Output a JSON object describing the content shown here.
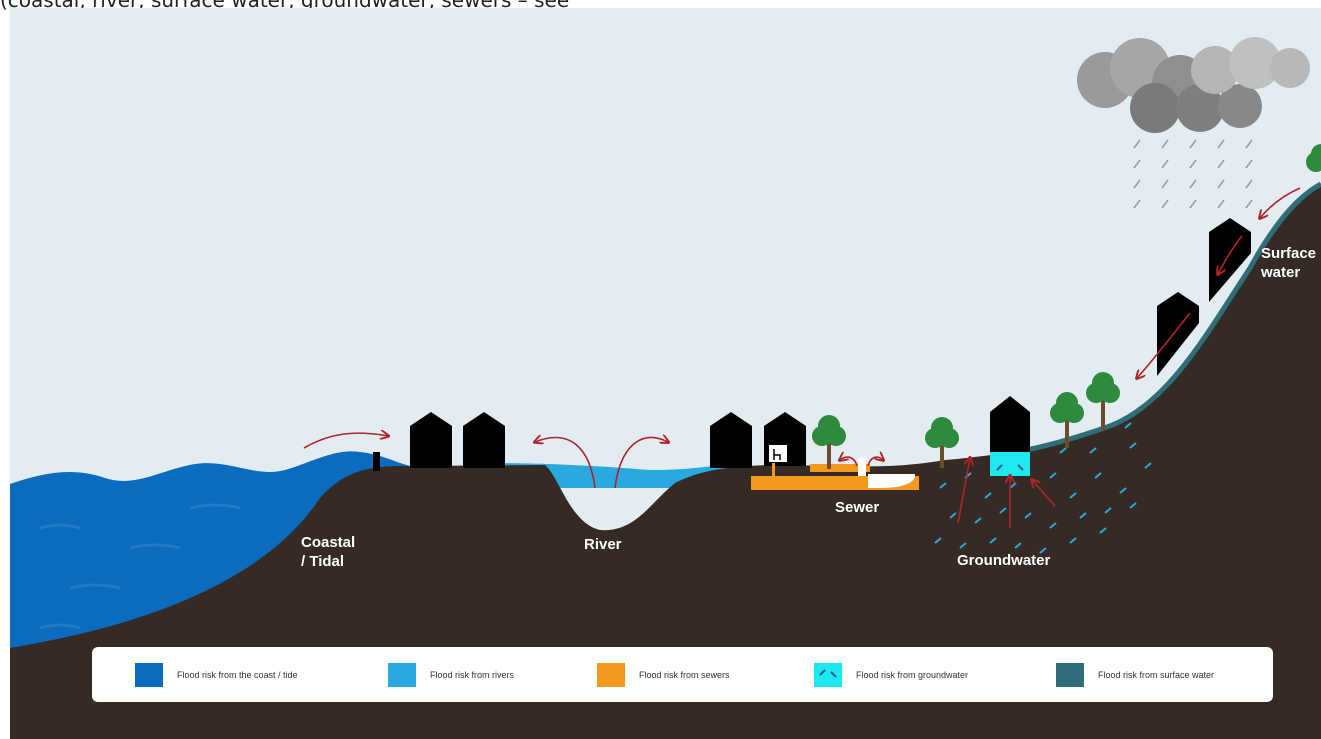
{
  "caption": "(coastal, river, surface water, groundwater, sewers – see",
  "labels": {
    "coastal_line1": "Coastal",
    "coastal_line2": "/ Tidal",
    "river": "River",
    "sewer": "Sewer",
    "groundwater": "Groundwater",
    "surface_line1": "Surface",
    "surface_line2": "water"
  },
  "legend": [
    {
      "label": "Flood risk from the coast / tide",
      "color": "#0a6bbf",
      "icon": "coast-swatch"
    },
    {
      "label": "Flood risk from rivers",
      "color": "#29a9e0",
      "icon": "river-swatch"
    },
    {
      "label": "Flood risk from sewers",
      "color": "#f39a1e",
      "icon": "sewer-swatch"
    },
    {
      "label": "Flood risk from groundwater",
      "color": "#1ee8f0",
      "icon": "groundwater-swatch"
    },
    {
      "label": "Flood risk from surface water",
      "color": "#2f6e78",
      "icon": "surface-water-swatch"
    }
  ],
  "colors": {
    "sky": "#e3ecf0",
    "ground": "#352a24",
    "coast": "#0a6bbf",
    "river": "#29a9e0",
    "sewer": "#f39a1e",
    "groundwater": "#1ee8f0",
    "surface_water": "#2f6e78",
    "arrow": "#b0242b",
    "tree": "#2e8b3e",
    "house": "#000000"
  }
}
